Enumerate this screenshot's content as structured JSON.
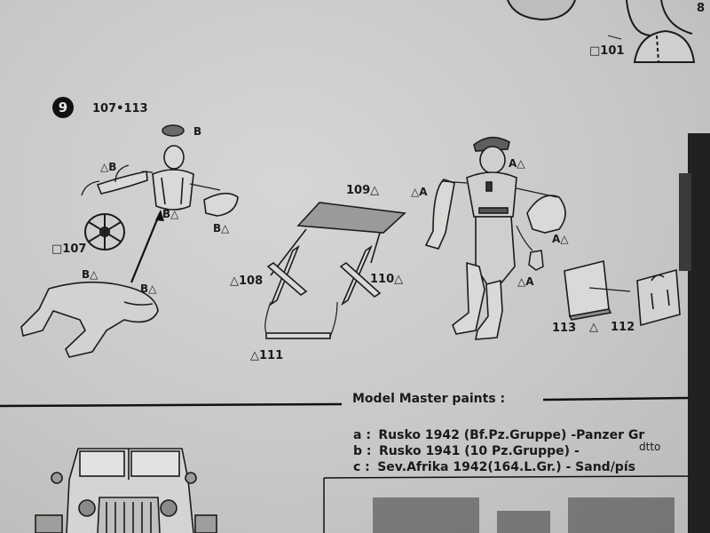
{
  "step": {
    "number": "9",
    "parts_range": "107•113"
  },
  "labels": {
    "top_part": "□101",
    "top_corner": "8",
    "driver_cap": "B",
    "driver_left_arm": "△B",
    "driver_torso": "B△",
    "driver_right_arm": "B△",
    "steering_wheel": "□107",
    "driver_legs_left": "B△",
    "driver_legs_right": "B△",
    "table_top": "109△",
    "table_leg_left": "△108",
    "table_leg_right": "110△",
    "table_base": "△111",
    "officer_head": "A△",
    "officer_left_arm": "△A",
    "officer_right_arm": "A△",
    "officer_pistol": "△A",
    "board": "113",
    "board_mark": "△",
    "briefcase": "112"
  },
  "paints": {
    "title": "Model Master paints :",
    "rows": [
      {
        "key": "a :",
        "text": "Rusko 1942 (Bf.Pz.Gruppe) -Panzer Gr"
      },
      {
        "key": "b :",
        "text": "Rusko 1941 (10 Pz.Gruppe) -",
        "extra": "dtto"
      },
      {
        "key": "c :",
        "text": "Sev.Afrika 1942(164.L.Gr.)  - Sand/pís"
      }
    ]
  }
}
